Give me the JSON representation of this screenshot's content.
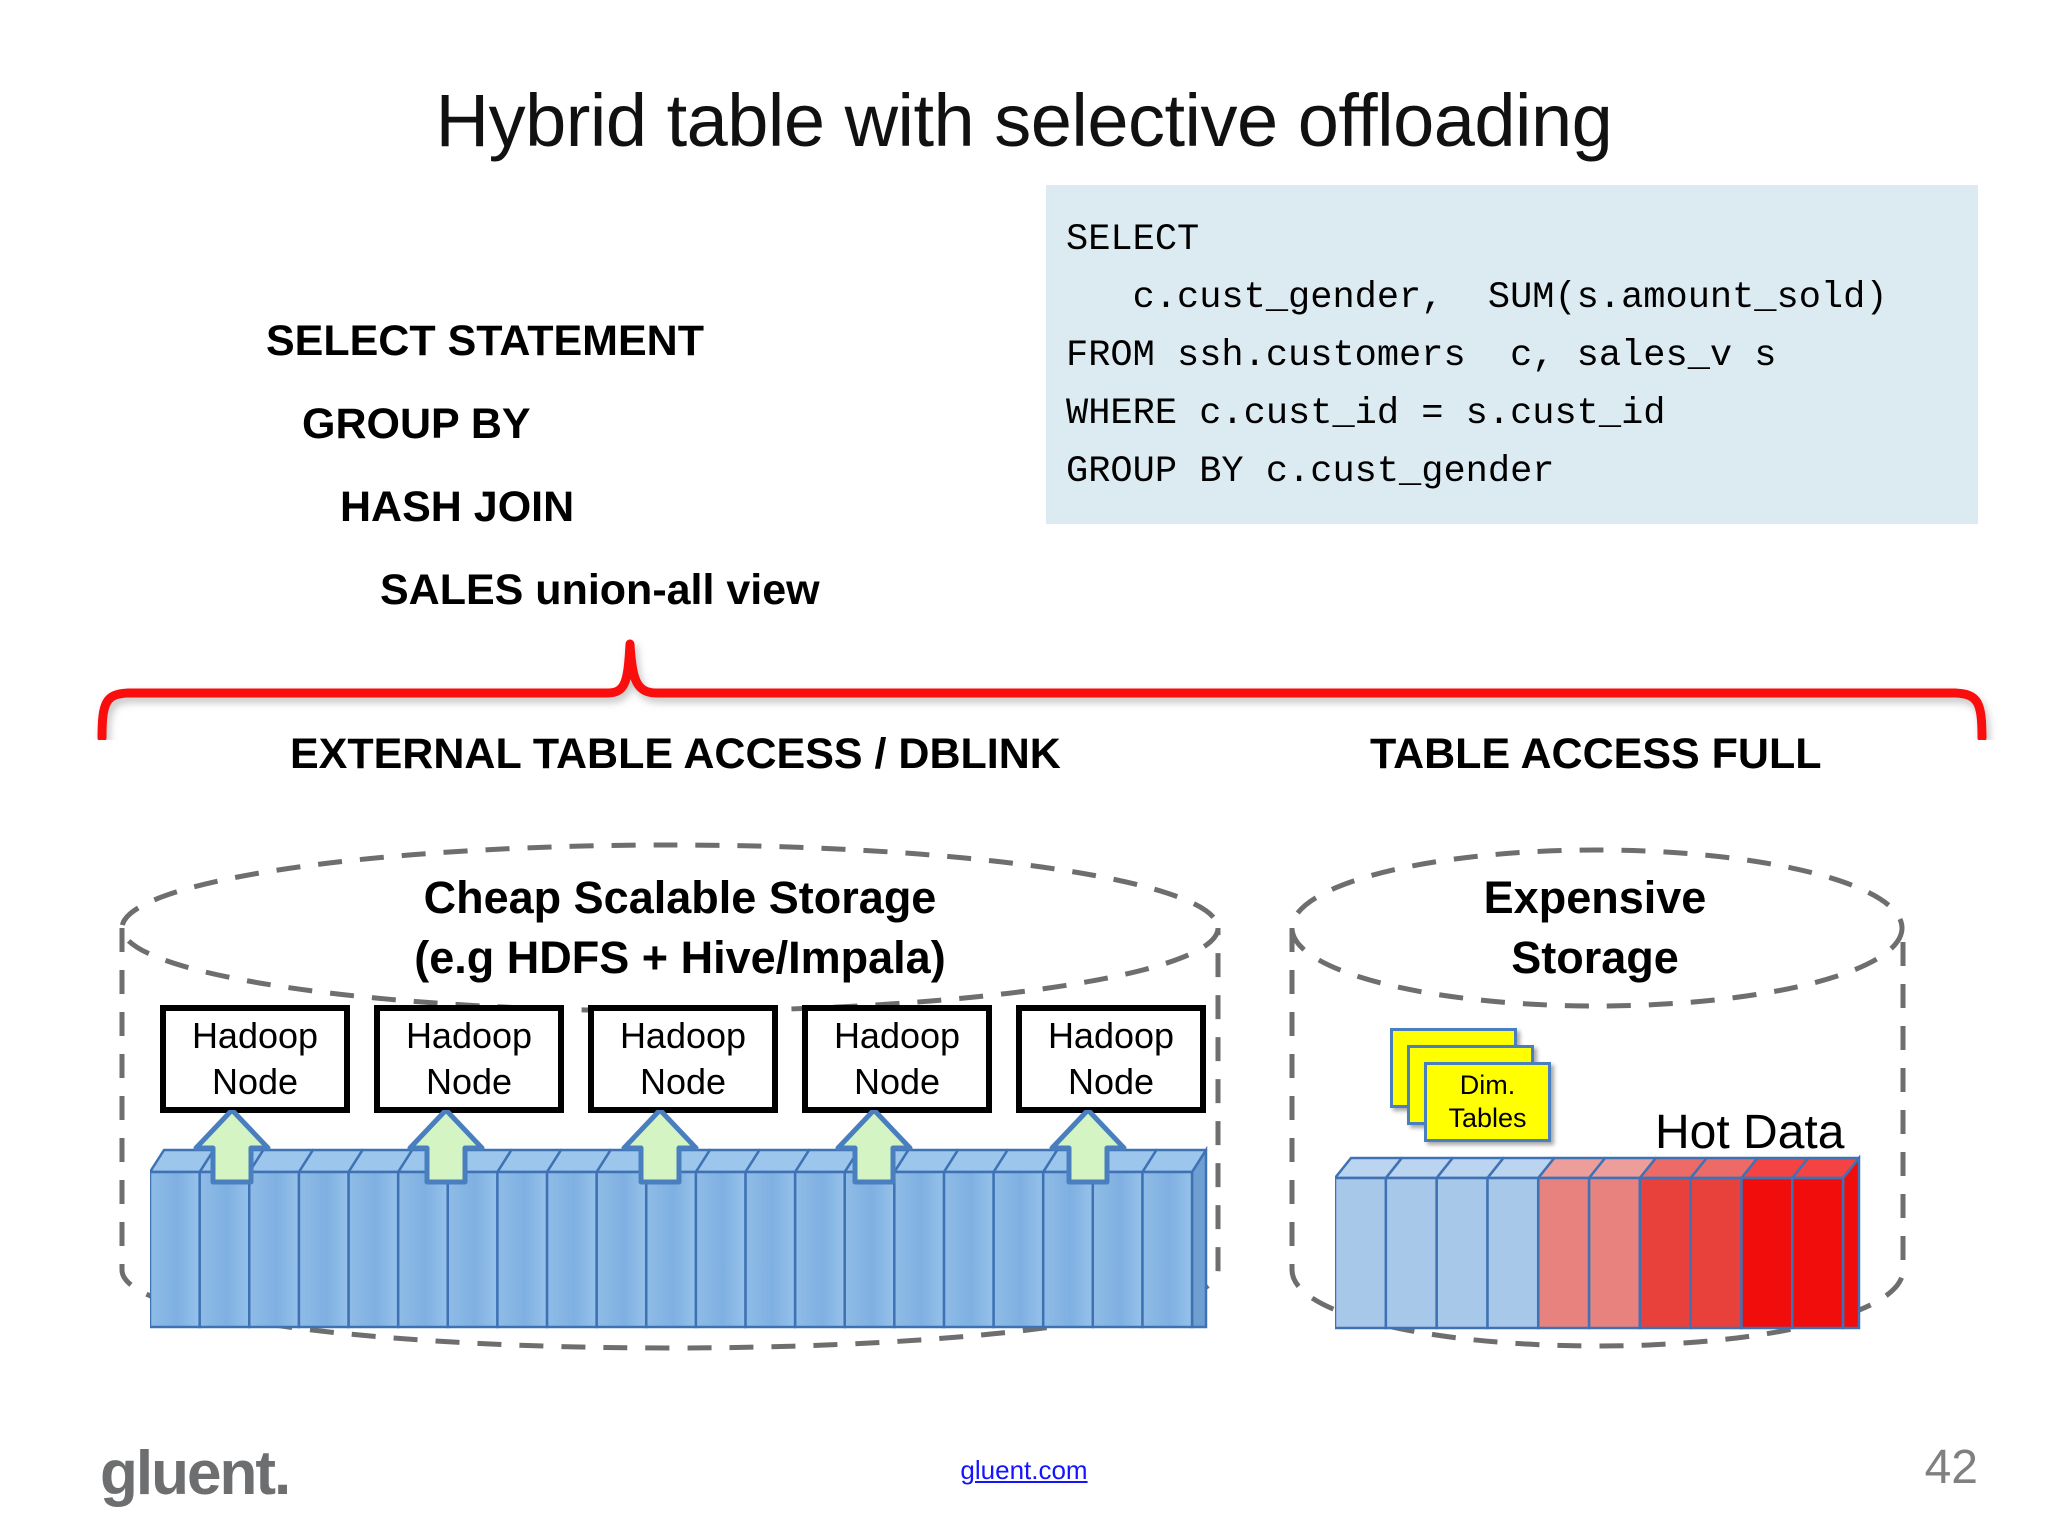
{
  "slide": {
    "title": "Hybrid table with selective offloading",
    "page_number": "42"
  },
  "sql": {
    "code": "SELECT\n   c.cust_gender,  SUM(s.amount_sold)\nFROM ssh.customers  c, sales_v s\nWHERE c.cust_id = s.cust_id\nGROUP BY c.cust_gender",
    "background": "#dcebf1"
  },
  "plan": {
    "lines": [
      "SELECT STATEMENT",
      "GROUP BY",
      "HASH JOIN",
      "SALES union-all view"
    ]
  },
  "access": {
    "left_label": "EXTERNAL TABLE ACCESS / DBLINK",
    "right_label": "TABLE ACCESS FULL",
    "brace_color": "#fa0a0a"
  },
  "left_cylinder": {
    "title_line1": "Cheap Scalable Storage",
    "title_line2": "(e.g HDFS + Hive/Impala)",
    "nodes": [
      {
        "line1": "Hadoop",
        "line2": "Node"
      },
      {
        "line1": "Hadoop",
        "line2": "Node"
      },
      {
        "line1": "Hadoop",
        "line2": "Node"
      },
      {
        "line1": "Hadoop",
        "line2": "Node"
      },
      {
        "line1": "Hadoop",
        "line2": "Node"
      }
    ],
    "arrow_count": 5,
    "arrow_fill": "#d4f5c3",
    "arrow_stroke": "#4a7fbf",
    "disk_count": 21,
    "disk_color": "#85b3e0"
  },
  "right_cylinder": {
    "title_line1": "Expensive",
    "title_line2": "Storage",
    "hot_data_label": "Hot Data",
    "dim_tables": {
      "line1": "Dim.",
      "line2": "Tables",
      "fill": "#ffff00",
      "stroke": "#4a7fbf"
    },
    "disks": [
      "#a8c8ea",
      "#a8c8ea",
      "#a8c8ea",
      "#a8c8ea",
      "#e8827f",
      "#e8827f",
      "#e8413c",
      "#e8413c",
      "#f20d0d",
      "#f20d0d"
    ]
  },
  "footer": {
    "logo": "gluent.",
    "site": "gluent.com"
  }
}
